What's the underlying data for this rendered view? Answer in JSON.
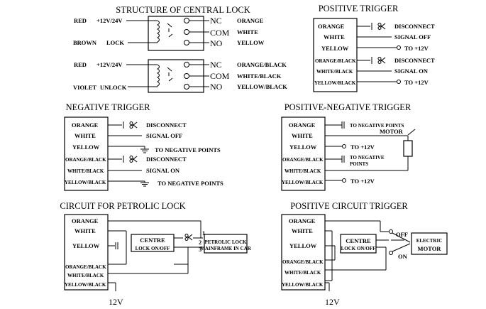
{
  "structure": {
    "title": "STRUCTURE OF CENTRAL LOCK",
    "relay1": {
      "wire_red": "RED",
      "voltage": "+12V/24V",
      "wire_brown": "BROWN",
      "lock": "LOCK",
      "nc": "NC",
      "com": "COM",
      "no": "NO",
      "out_nc": "ORANGE",
      "out_com": "WHITE",
      "out_no": "YELLOW"
    },
    "relay2": {
      "wire_red": "RED",
      "voltage": "+12V/24V",
      "wire_violet": "VIOLET",
      "unlock": "UNLOCK",
      "nc": "NC",
      "com": "COM",
      "no": "NO",
      "out_nc": "ORANGE/BLACK",
      "out_com": "WHITE/BLACK",
      "out_no": "YELLOW/BLACK"
    }
  },
  "positive_trigger": {
    "title": "POSITIVE TRIGGER",
    "wires": [
      "ORANGE",
      "WHITE",
      "YELLOW",
      "ORANGE/BLACK",
      "WHITE/BLACK",
      "YELLOW/BLACK"
    ],
    "disconnect1": "DISCONNECT",
    "signal_off": "SIGNAL OFF",
    "to_plus1": "TO +12V",
    "disconnect2": "DISCONNECT",
    "signal_on": "SIGNAL ON",
    "to_plus2": "TO +12V"
  },
  "negative_trigger": {
    "title": "NEGATIVE TRIGGER",
    "wires": [
      "ORANGE",
      "WHITE",
      "YELLOW",
      "ORANGE/BLACK",
      "WHITE/BLACK",
      "YELLOW/BLACK"
    ],
    "disconnect1": "DISCONNECT",
    "signal_off": "SIGNAL OFF",
    "to_neg1": "TO NEGATIVE POINTS",
    "disconnect2": "DISCONNECT",
    "signal_on": "SIGNAL ON",
    "to_neg2": "TO NEGATIVE POINTS"
  },
  "pos_neg_trigger": {
    "title": "POSITIVE-NEGATIVE TRIGGER",
    "wires": [
      "ORANGE",
      "WHITE",
      "YELLOW",
      "ORANGE/BLACK",
      "WHITE/BLACK",
      "YELLOW/BLACK"
    ],
    "to_neg1": "TO NEGATIVE POINTS",
    "motor": "MOTOR",
    "to_plus1": "TO +12V",
    "to_neg2a": "TO NEGATIVE",
    "to_neg2b": "POINTS",
    "to_plus2": "TO +12V"
  },
  "petrolic": {
    "title": "CIRCUIT FOR PETROLIC LOCK",
    "wires": [
      "ORANGE",
      "WHITE",
      "YELLOW",
      "ORANGE/BLACK",
      "WHITE/BLACK",
      "YELLOW/BLACK"
    ],
    "centre": "CENTRE",
    "centre_sub": "LOCK ON/OFF",
    "petrolic_label": "PETROLIC LOCK",
    "petrolic_sub": "MAINFRAME IN CAR",
    "pin1": "1",
    "pin2": "2",
    "pin3": "3",
    "voltage": "12V"
  },
  "positive_circuit": {
    "title": "POSITIVE CIRCUIT TRIGGER",
    "wires": [
      "ORANGE",
      "WHITE",
      "YELLOW",
      "ORANGE/BLACK",
      "WHITE/BLACK",
      "YELLOW/BLACK"
    ],
    "centre": "CENTRE",
    "centre_sub": "LOCK ON/OFF",
    "off": "OFF",
    "on": "ON",
    "motor_label": "ELECTRIC",
    "motor_label2": "MOTOR",
    "voltage": "12V"
  }
}
